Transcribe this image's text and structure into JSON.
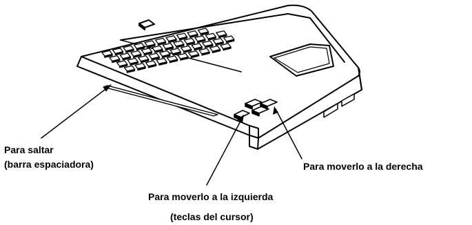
{
  "labels": {
    "jump_line1": "Para saltar",
    "jump_line2": "(barra espaciadora)",
    "move_right": "Para moverlo a la derecha",
    "move_left": "Para moverlo a la izquierda",
    "cursor_keys": "(teclas del cursor)"
  },
  "colors": {
    "ink": "#000000",
    "paper": "#ffffff"
  }
}
